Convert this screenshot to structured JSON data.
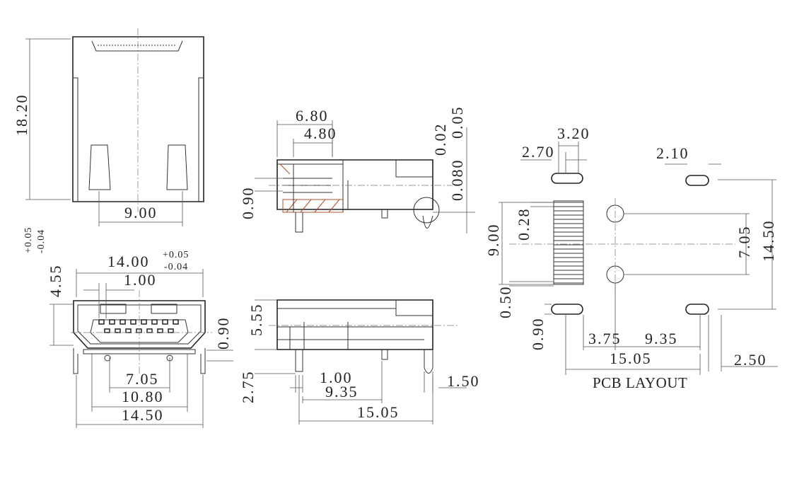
{
  "front_top_view": {
    "height": "18.20",
    "pin_spacing": "9.00"
  },
  "front_view": {
    "height": "4.55",
    "height_tol_plus": "+0.05",
    "height_tol_minus": "-0.04",
    "width": "14.00",
    "width_tol_plus": "+0.05",
    "width_tol_minus": "-0.04",
    "pitch": "1.00",
    "lip": "0.90",
    "w1": "7.05",
    "w2": "10.80",
    "w3": "14.50"
  },
  "side_section": {
    "d1": "6.80",
    "d2": "4.80",
    "h": "0.90",
    "t1": "0.080",
    "t2": "0.05",
    "t3": "0.02"
  },
  "side_view": {
    "h1": "5.55",
    "h2": "2.75",
    "d1": "1.00",
    "d2": "9.35",
    "d3": "15.05",
    "d4": "1.50"
  },
  "pcb_layout": {
    "title": "PCB LAYOUT",
    "d_320": "3.20",
    "d_270": "2.70",
    "d_210": "2.10",
    "d_900": "9.00",
    "d_028": "0.28",
    "d_050": "0.50",
    "d_090": "0.90",
    "d_705": "7.05",
    "d_1450": "14.50",
    "d_375": "3.75",
    "d_935": "9.35",
    "d_1505": "15.05",
    "d_250": "2.50"
  }
}
